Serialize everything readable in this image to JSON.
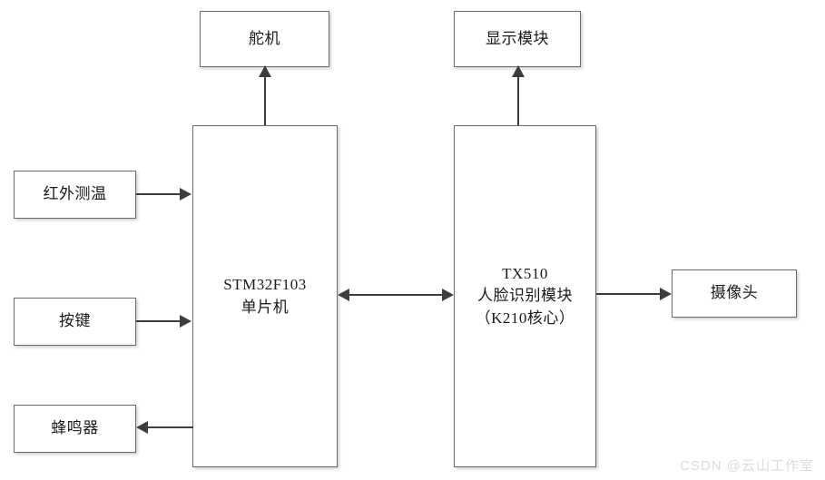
{
  "diagram": {
    "type": "block-diagram",
    "title": "",
    "background_color": "#ffffff",
    "box_border_color": "#6b6b6b",
    "connector_color": "#3d3d3d",
    "blocks": {
      "servo": {
        "label": "舵机"
      },
      "display": {
        "label": "显示模块"
      },
      "infrared": {
        "label": "红外测温"
      },
      "key": {
        "label": "按键"
      },
      "buzzer": {
        "label": "蜂鸣器"
      },
      "camera": {
        "label": "摄像头"
      },
      "mcu": {
        "line1": "STM32F103",
        "line2": "单片机"
      },
      "face_module": {
        "line1": "TX510",
        "line2": "人脸识别模块",
        "line3": "（K210核心）"
      }
    },
    "connections": [
      {
        "from": "infrared",
        "to": "mcu",
        "direction": "right"
      },
      {
        "from": "key",
        "to": "mcu",
        "direction": "right"
      },
      {
        "from": "mcu",
        "to": "buzzer",
        "direction": "left"
      },
      {
        "from": "mcu",
        "to": "servo",
        "direction": "up"
      },
      {
        "from": "mcu",
        "to": "face_module",
        "direction": "bidirectional"
      },
      {
        "from": "face_module",
        "to": "display",
        "direction": "up"
      },
      {
        "from": "face_module",
        "to": "camera",
        "direction": "right"
      }
    ]
  },
  "watermark": {
    "text": "CSDN @云山工作室"
  }
}
